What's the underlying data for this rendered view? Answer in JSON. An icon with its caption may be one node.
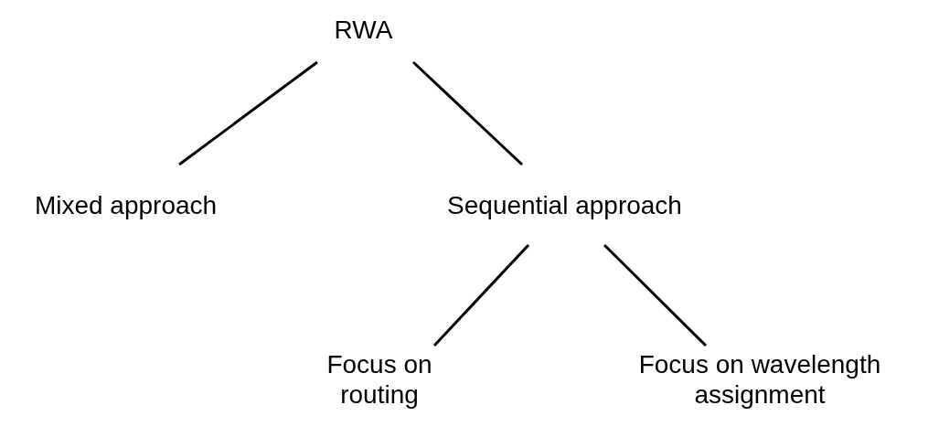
{
  "diagram": {
    "nodes": [
      {
        "text": [
          "RWA"
        ]
      },
      {
        "text": [
          "Mixed approach"
        ]
      },
      {
        "text": [
          "Sequential approach"
        ]
      },
      {
        "text": [
          "Focus on routing"
        ]
      },
      {
        "text": [
          "Focus on wavelength assignment"
        ]
      }
    ],
    "edges": [
      {
        "from": 0,
        "to": 1,
        "arrow": "none"
      },
      {
        "from": 0,
        "to": 2,
        "arrow": "none"
      },
      {
        "from": 2,
        "to": 3,
        "arrow": "none"
      },
      {
        "from": 2,
        "to": 4,
        "arrow": "none"
      }
    ]
  }
}
